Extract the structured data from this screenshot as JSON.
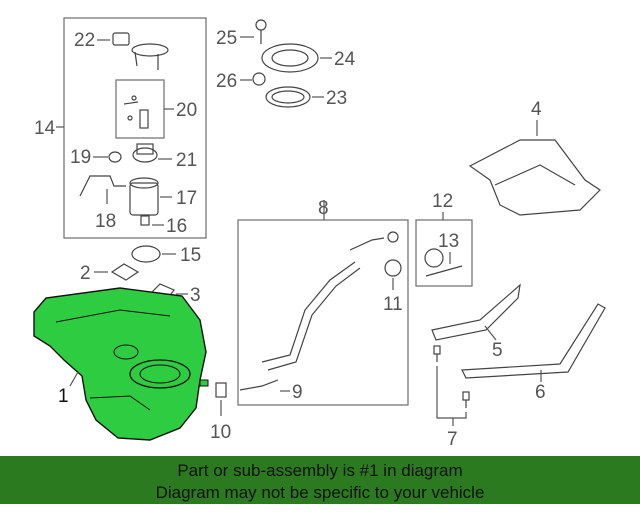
{
  "callouts": {
    "c1": "1",
    "c2": "2",
    "c3": "3",
    "c4": "4",
    "c5": "5",
    "c6": "6",
    "c7": "7",
    "c8": "8",
    "c9": "9",
    "c10": "10",
    "c11": "11",
    "c12": "12",
    "c13": "13",
    "c14": "14",
    "c15": "15",
    "c16": "16",
    "c17": "17",
    "c18": "18",
    "c19": "19",
    "c20": "20",
    "c21": "21",
    "c22": "22",
    "c23": "23",
    "c24": "24",
    "c25": "25",
    "c26": "26"
  },
  "banner": {
    "line1": "Part or sub-assembly is #1 in diagram",
    "line2": "Diagram may not be specific to your vehicle"
  },
  "colors": {
    "highlight_part": "#2ecc40",
    "banner_bg": "#2b7a1f"
  }
}
